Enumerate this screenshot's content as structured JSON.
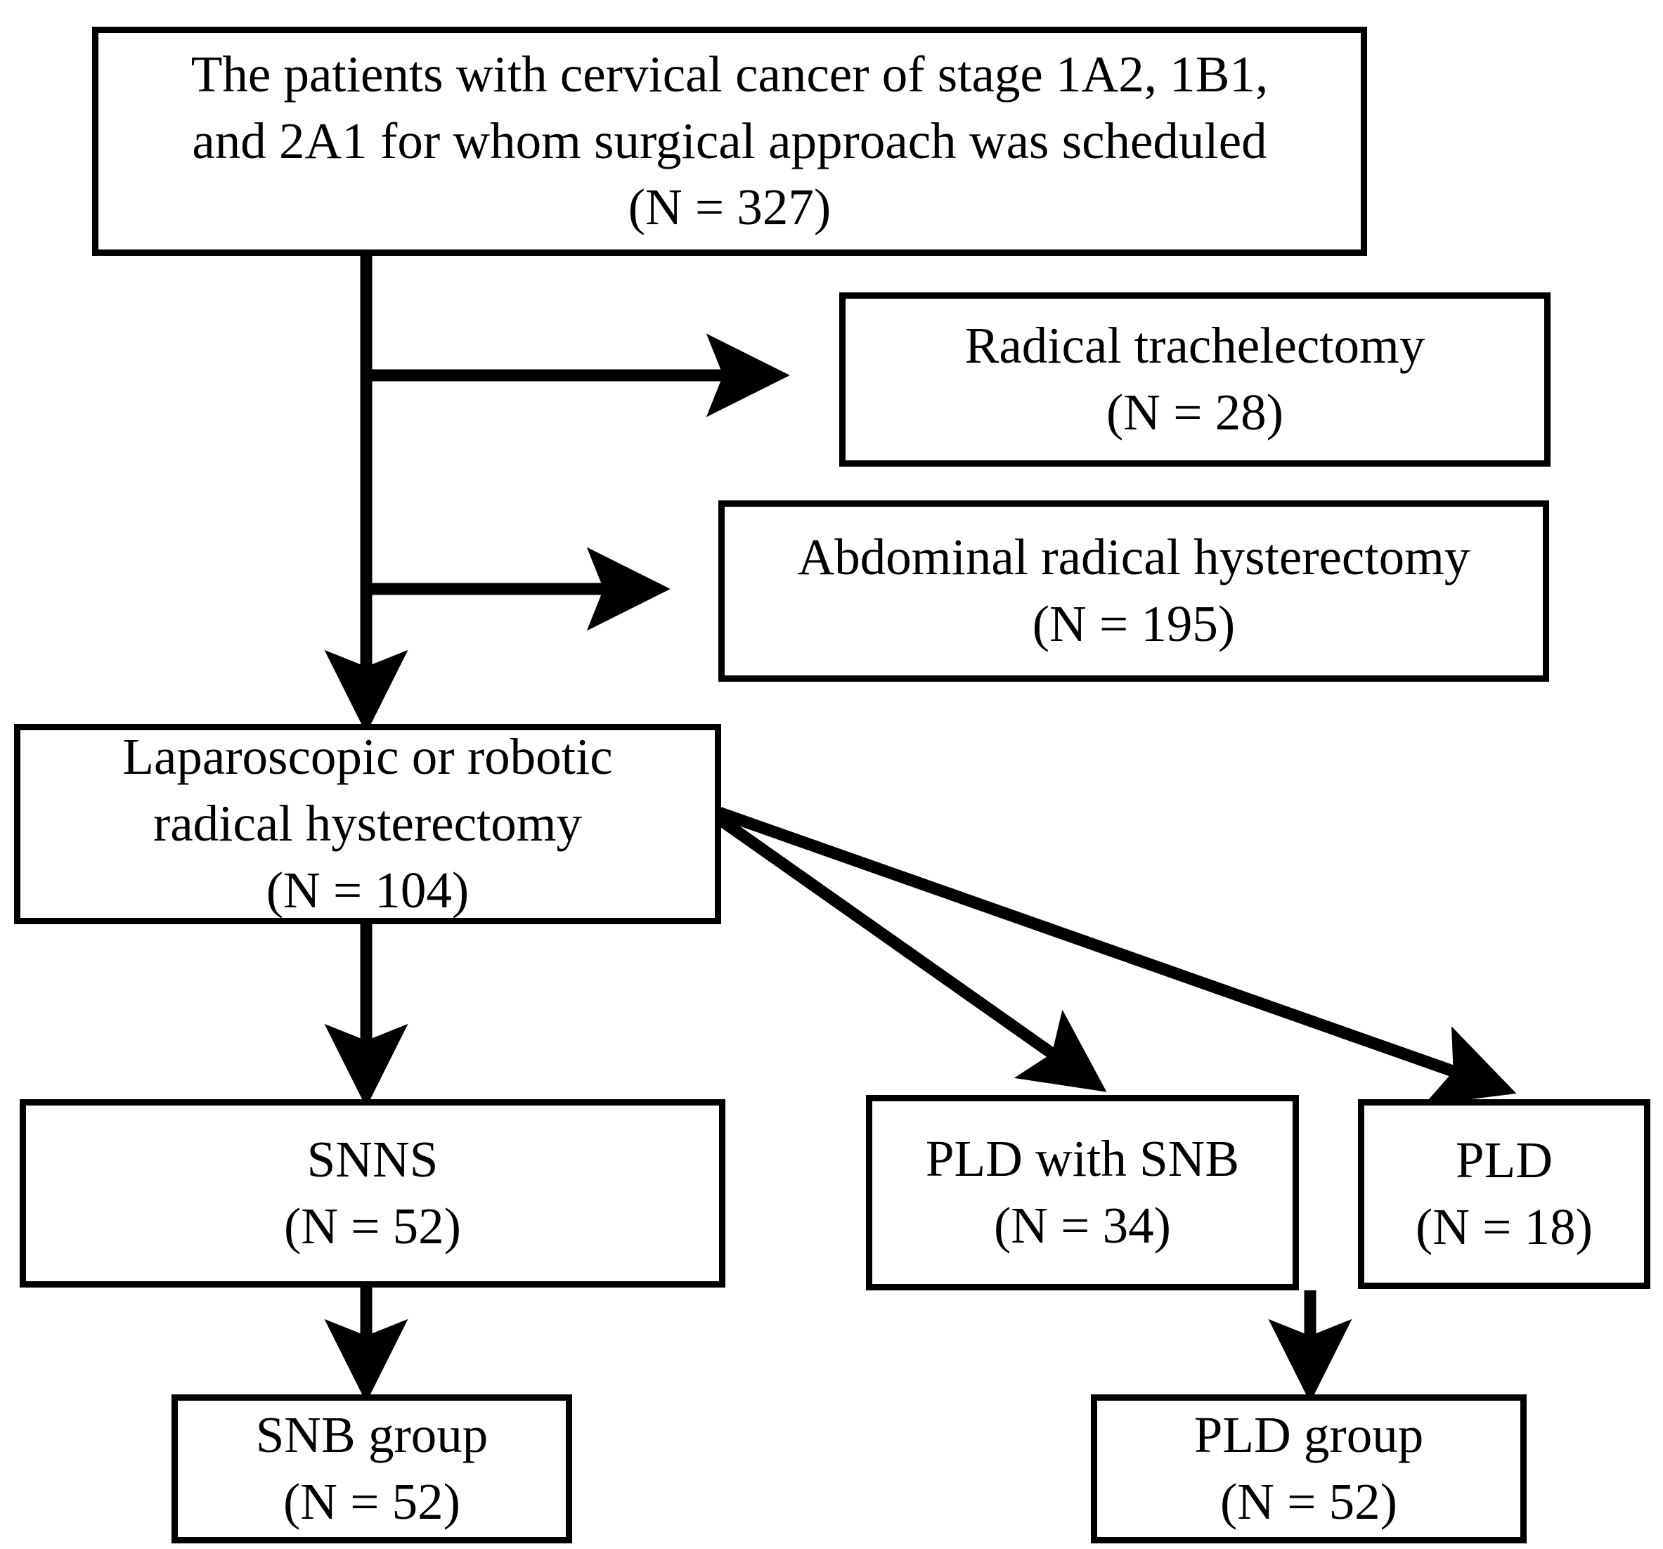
{
  "diagram": {
    "title": "Patient enrollment flow diagram",
    "type": "flowchart",
    "stroke_color": "#000000",
    "fill_color": "#ffffff",
    "nodes": [
      {
        "id": "cohort",
        "lines": [
          "The patients with cervical cancer of stage 1A2, 1B1,",
          "and 2A1 for whom surgical approach was scheduled",
          "(N = 327)"
        ],
        "n": 327
      },
      {
        "id": "trachelectomy",
        "lines": [
          "Radical trachelectomy",
          "(N = 28)"
        ],
        "n": 28
      },
      {
        "id": "abdominal",
        "lines": [
          "Abdominal radical hysterectomy",
          "(N = 195)"
        ],
        "n": 195
      },
      {
        "id": "laparoscopic",
        "lines": [
          "Laparoscopic or robotic",
          "radical hysterectomy",
          "(N = 104)"
        ],
        "n": 104
      },
      {
        "id": "snns",
        "lines": [
          "SNNS",
          "(N = 52)"
        ],
        "n": 52
      },
      {
        "id": "pld_with_snb",
        "lines": [
          "PLD with SNB",
          "(N = 34)"
        ],
        "n": 34
      },
      {
        "id": "pld",
        "lines": [
          "PLD",
          "(N = 18)"
        ],
        "n": 18
      },
      {
        "id": "snb_group",
        "lines": [
          "SNB group",
          "(N = 52)"
        ],
        "n": 52
      },
      {
        "id": "pld_group",
        "lines": [
          "PLD group",
          "(N = 52)"
        ],
        "n": 52
      }
    ],
    "edges": [
      {
        "from": "cohort",
        "to": "trachelectomy",
        "style": "elbow-right"
      },
      {
        "from": "cohort",
        "to": "abdominal",
        "style": "elbow-right"
      },
      {
        "from": "cohort",
        "to": "laparoscopic",
        "style": "vertical"
      },
      {
        "from": "laparoscopic",
        "to": "snns",
        "style": "vertical"
      },
      {
        "from": "laparoscopic",
        "to": "pld_with_snb",
        "style": "diagonal"
      },
      {
        "from": "laparoscopic",
        "to": "pld",
        "style": "diagonal"
      },
      {
        "from": "snns",
        "to": "snb_group",
        "style": "vertical"
      },
      {
        "from": "pld_with_snb",
        "to": "pld_group",
        "style": "vertical"
      }
    ]
  }
}
